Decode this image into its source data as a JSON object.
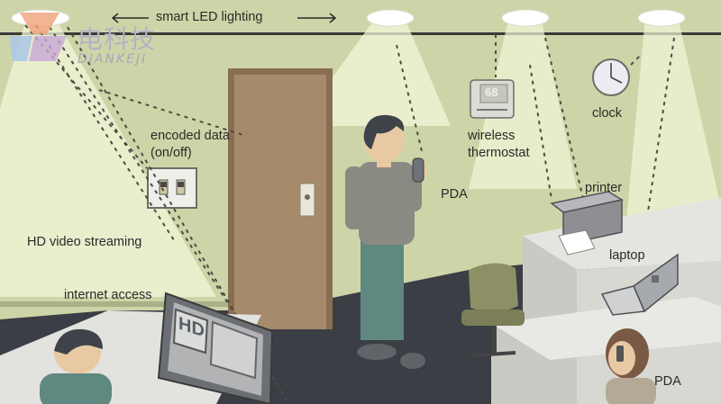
{
  "header": {
    "title": "smart LED lighting"
  },
  "logo": {
    "chinese": "电科技",
    "latin": "DIANKEJI"
  },
  "labels": {
    "encoded_data_line1": "encoded data",
    "encoded_data_line2": "(on/off)",
    "hd_video": "HD video streaming",
    "internet": "internet access",
    "wireless_line1": "wireless",
    "wireless_line2": "thermostat",
    "clock": "clock",
    "pda_center": "PDA",
    "printer": "printer",
    "laptop": "laptop",
    "pda_right": "PDA"
  },
  "devices": {
    "thermostat_reading": "68",
    "monitor_badge": "HD"
  },
  "colors": {
    "wall": "#cdd5a8",
    "floor": "#3c3f45",
    "beam": "#f1f3d6",
    "desk": "#e3e4df",
    "door": "#a68a6c",
    "shirt": "#8a8a82",
    "pants": "#5f8880",
    "chair": "#8c8f64"
  }
}
